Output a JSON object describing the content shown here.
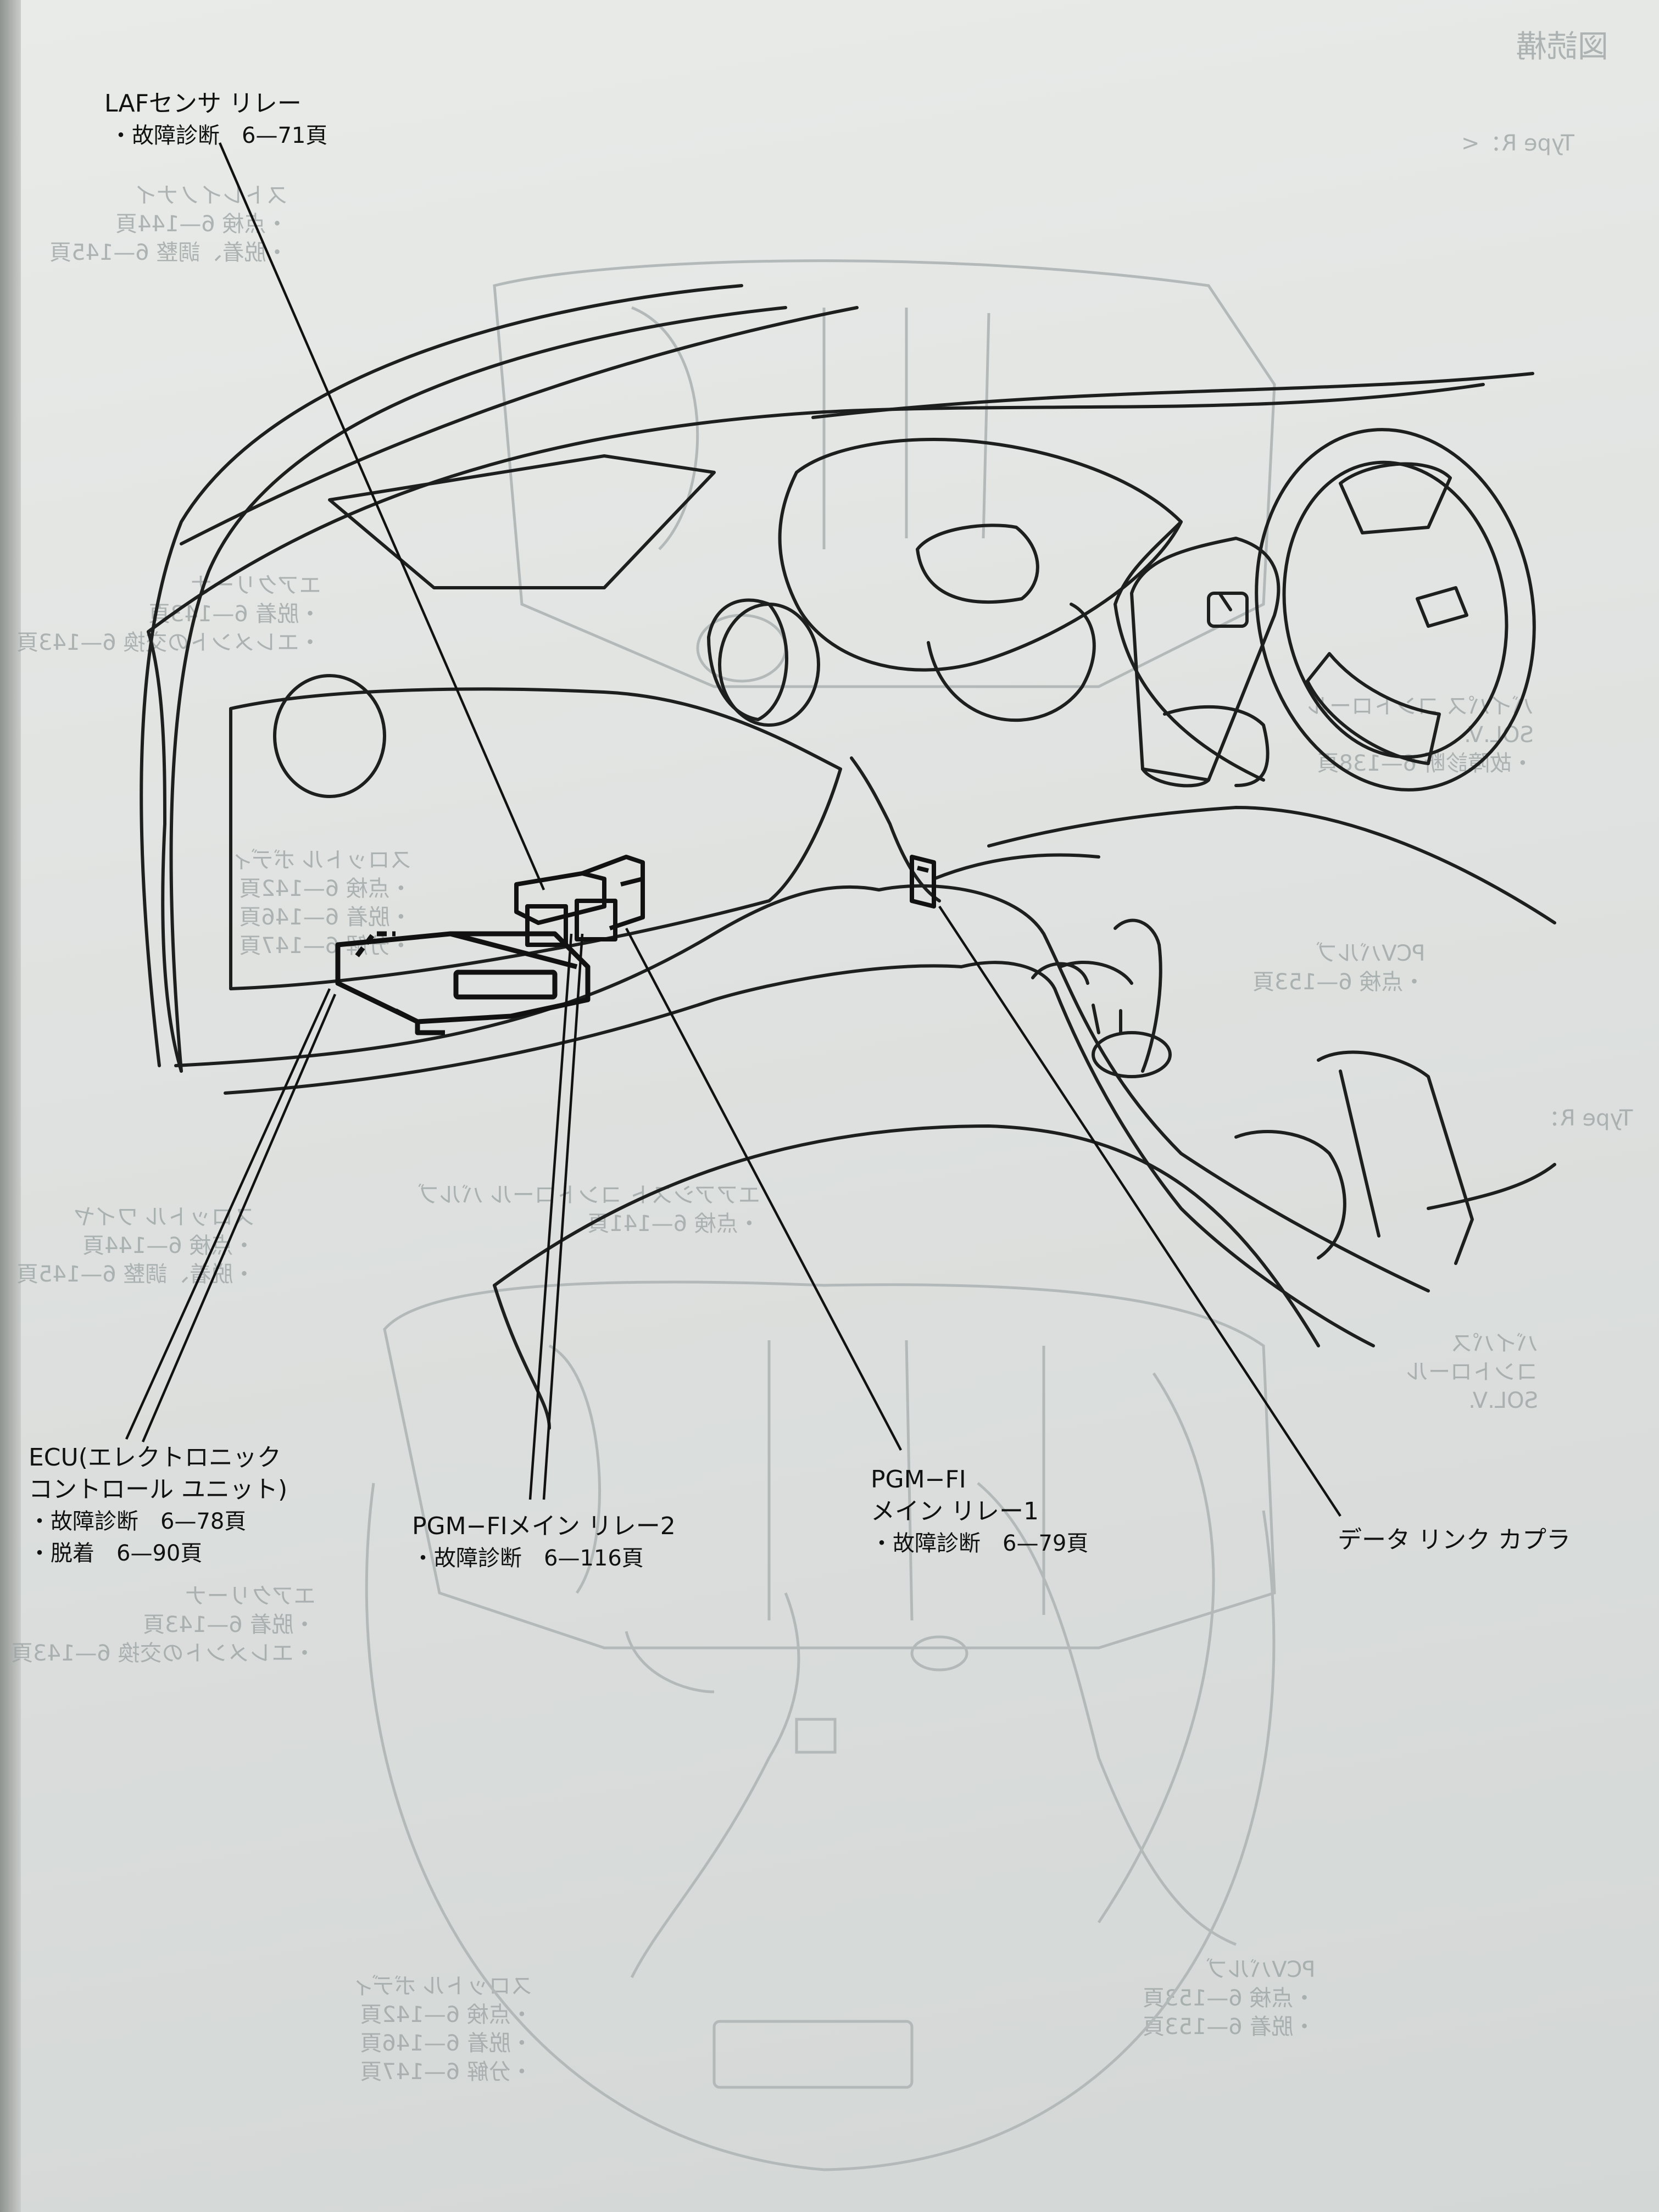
{
  "callouts": {
    "laf_relay": {
      "title": "LAFセンサ リレー",
      "items": [
        "・故障診断　6—71頁"
      ]
    },
    "ecu": {
      "title_line1": "ECU(エレクトロニック",
      "title_line2": "コントロール ユニット)",
      "items": [
        "・故障診断　6—78頁",
        "・脱着　6—90頁"
      ]
    },
    "pgmfi_main_relay_2": {
      "title": "PGM−FIメイン リレー2",
      "items": [
        "・故障診断　6—116頁"
      ]
    },
    "pgmfi_main_relay_1": {
      "title_line1": "PGM−FI",
      "title_line2": "メイン リレー1",
      "items": [
        "・故障診断　6—79頁"
      ]
    },
    "data_link_coupler": {
      "title": "データ リンク カプラ"
    }
  },
  "colors": {
    "ink": "#111111",
    "ghost": "#9aa2a2",
    "paper": "#e4e7e5"
  }
}
